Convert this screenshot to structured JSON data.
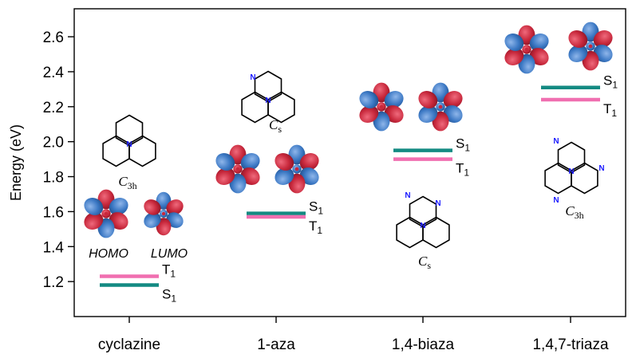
{
  "chart_data": {
    "type": "scatter",
    "ylabel": "Energy (eV)",
    "ylim": [
      1.0,
      2.76
    ],
    "yticks": [
      1.2,
      1.4,
      1.6,
      1.8,
      2.0,
      2.2,
      2.4,
      2.6
    ],
    "categories": [
      "cyclazine",
      "1-aza",
      "1,4-biaza",
      "1,4,7-triaza"
    ],
    "series": [
      {
        "name": "S",
        "sub": "1",
        "color": "#138a82",
        "values": [
          1.18,
          1.59,
          1.95,
          2.31
        ]
      },
      {
        "name": "T",
        "sub": "1",
        "color": "#f06fb0",
        "values": [
          1.23,
          1.57,
          1.9,
          2.24
        ]
      }
    ],
    "symmetry": [
      {
        "main": "C",
        "sub": "3h"
      },
      {
        "main": "C",
        "sub": "s"
      },
      {
        "main": "C",
        "sub": "s"
      },
      {
        "main": "C",
        "sub": "3h"
      }
    ],
    "orbital_labels": [
      "HOMO",
      "LUMO"
    ],
    "atom_label": "N",
    "colors": {
      "orbital_positive": "#c8283c",
      "orbital_negative": "#3b78c4",
      "axis": "#000000"
    }
  }
}
